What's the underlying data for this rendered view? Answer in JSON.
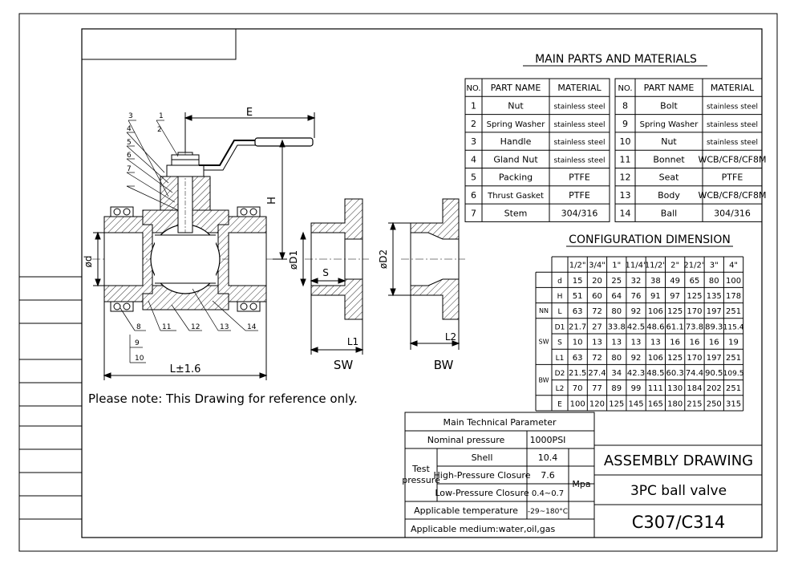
{
  "note": "Please note: This Drawing for reference only.",
  "parts": {
    "title": "MAIN PARTS AND MATERIALS",
    "headers": {
      "no": "NO.",
      "name": "PART NAME",
      "material": "MATERIAL"
    },
    "left": [
      {
        "no": "1",
        "name": "Nut",
        "material": "stainless steel"
      },
      {
        "no": "2",
        "name": "Spring Washer",
        "material": "stainless steel"
      },
      {
        "no": "3",
        "name": "Handle",
        "material": "stainless steel"
      },
      {
        "no": "4",
        "name": "Gland Nut",
        "material": "stainless steel"
      },
      {
        "no": "5",
        "name": "Packing",
        "material": "PTFE"
      },
      {
        "no": "6",
        "name": "Thrust Gasket",
        "material": "PTFE"
      },
      {
        "no": "7",
        "name": "Stem",
        "material": "304/316"
      }
    ],
    "right": [
      {
        "no": "8",
        "name": "Bolt",
        "material": "stainless steel"
      },
      {
        "no": "9",
        "name": "Spring Washer",
        "material": "stainless steel"
      },
      {
        "no": "10",
        "name": "Nut",
        "material": "stainless steel"
      },
      {
        "no": "11",
        "name": "Bonnet",
        "material": "WCB/CF8/CF8M"
      },
      {
        "no": "12",
        "name": "Seat",
        "material": "PTFE"
      },
      {
        "no": "13",
        "name": "Body",
        "material": "WCB/CF8/CF8M"
      },
      {
        "no": "14",
        "name": "Ball",
        "material": "304/316"
      }
    ]
  },
  "config": {
    "title": "CONFIGURATION DIMENSION",
    "sizes": [
      "1/2\"",
      "3/4\"",
      "1\"",
      "11/4\"",
      "11/2\"",
      "2\"",
      "21/2\"",
      "3\"",
      "4\""
    ],
    "rows": [
      {
        "group": "",
        "key": "d",
        "values": [
          "15",
          "20",
          "25",
          "32",
          "38",
          "49",
          "65",
          "80",
          "100"
        ]
      },
      {
        "group": "",
        "key": "H",
        "values": [
          "51",
          "60",
          "64",
          "76",
          "91",
          "97",
          "125",
          "135",
          "178"
        ]
      },
      {
        "group": "NN",
        "key": "L",
        "values": [
          "63",
          "72",
          "80",
          "92",
          "106",
          "125",
          "170",
          "197",
          "251"
        ]
      },
      {
        "group": "SW",
        "key": "D1",
        "values": [
          "21.7",
          "27",
          "33.8",
          "42.5",
          "48.6",
          "61.1",
          "73.8",
          "89.3",
          "115.4"
        ]
      },
      {
        "group": "SW",
        "key": "S",
        "values": [
          "10",
          "13",
          "13",
          "13",
          "13",
          "16",
          "16",
          "16",
          "19"
        ]
      },
      {
        "group": "SW",
        "key": "L1",
        "values": [
          "63",
          "72",
          "80",
          "92",
          "106",
          "125",
          "170",
          "197",
          "251"
        ]
      },
      {
        "group": "BW",
        "key": "D2",
        "values": [
          "21.5",
          "27.4",
          "34",
          "42.3",
          "48.5",
          "60.3",
          "74.4",
          "90.5",
          "109.5"
        ]
      },
      {
        "group": "BW",
        "key": "L2",
        "values": [
          "70",
          "77",
          "89",
          "99",
          "111",
          "130",
          "184",
          "202",
          "251"
        ]
      },
      {
        "group": "",
        "key": "E",
        "values": [
          "100",
          "120",
          "125",
          "145",
          "165",
          "180",
          "215",
          "250",
          "315"
        ]
      }
    ]
  },
  "tech": {
    "title": "Main Technical Parameter",
    "nominal_label": "Nominal pressure",
    "nominal_value": "1000PSI",
    "test_label_1": "Test",
    "test_label_2": "pressure",
    "shell_label": "Shell",
    "shell_value": "10.4",
    "high_label": "High-Pressure Closure",
    "high_value": "7.6",
    "low_label": "Low-Pressure Closure",
    "low_value": "0.4~0.7",
    "unit": "Mpa",
    "temp_label": "Applicable temperature",
    "temp_value": "-29~180°C",
    "medium": "Applicable medium:water,oil,gas"
  },
  "title_block": {
    "drawing": "ASSEMBLY DRAWING",
    "product": "3PC ball valve",
    "model": "C307/C314"
  },
  "labels": {
    "E": "E",
    "H": "H",
    "d": "ød",
    "L": "L±1.6",
    "D1": "øD1",
    "S": "S",
    "L1": "L1",
    "D2": "øD2",
    "L2": "L2",
    "SW": "SW",
    "BW": "BW",
    "callouts": [
      "1",
      "2",
      "3",
      "4",
      "5",
      "6",
      "7",
      "8",
      "9",
      "10",
      "11",
      "12",
      "13",
      "14"
    ]
  }
}
